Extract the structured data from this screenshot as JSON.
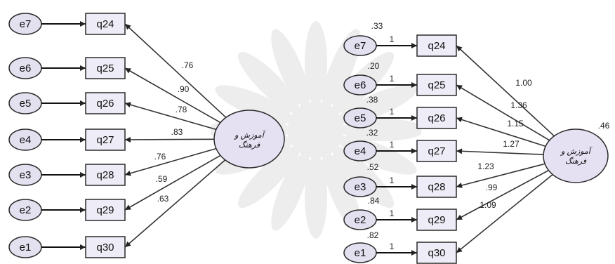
{
  "watermark_icon": "floral-seal-icon",
  "colors": {
    "error_fill": "#e3e0f0",
    "latent_fill": "#e6e0f3",
    "box_fill": "#eeedf7",
    "stroke": "#2a2a2a",
    "arrow": "#333333"
  },
  "left_model": {
    "latent_label_line1": "آموزش و",
    "latent_label_line2": "فرهنگ",
    "rows": [
      {
        "error": "e7",
        "item": "q24",
        "loading": ".76"
      },
      {
        "error": "e6",
        "item": "q25",
        "loading": ".90"
      },
      {
        "error": "e5",
        "item": "q26",
        "loading": ".78"
      },
      {
        "error": "e4",
        "item": "q27",
        "loading": ".83"
      },
      {
        "error": "e3",
        "item": "q28",
        "loading": ".76"
      },
      {
        "error": "e2",
        "item": "q29",
        "loading": ".59"
      },
      {
        "error": "e1",
        "item": "q30",
        "loading": ".63"
      }
    ]
  },
  "right_model": {
    "latent_label_line1": "آموزش و",
    "latent_label_line2": "فرهنگ",
    "latent_variance": ".46",
    "rows": [
      {
        "error": "e7",
        "item": "q24",
        "variance": ".33",
        "path_weight": "1",
        "loading": "1.00"
      },
      {
        "error": "e6",
        "item": "q25",
        "variance": ".20",
        "path_weight": "1",
        "loading": "1.36"
      },
      {
        "error": "e5",
        "item": "q26",
        "variance": ".38",
        "path_weight": "1",
        "loading": "1.15"
      },
      {
        "error": "e4",
        "item": "q27",
        "variance": ".32",
        "path_weight": "1",
        "loading": "1.27"
      },
      {
        "error": "e3",
        "item": "q28",
        "variance": ".52",
        "path_weight": "1",
        "loading": "1.23"
      },
      {
        "error": "e2",
        "item": "q29",
        "variance": ".84",
        "path_weight": "1",
        "loading": ".99"
      },
      {
        "error": "e1",
        "item": "q30",
        "variance": ".82",
        "path_weight": "1",
        "loading": "1.09"
      }
    ]
  }
}
